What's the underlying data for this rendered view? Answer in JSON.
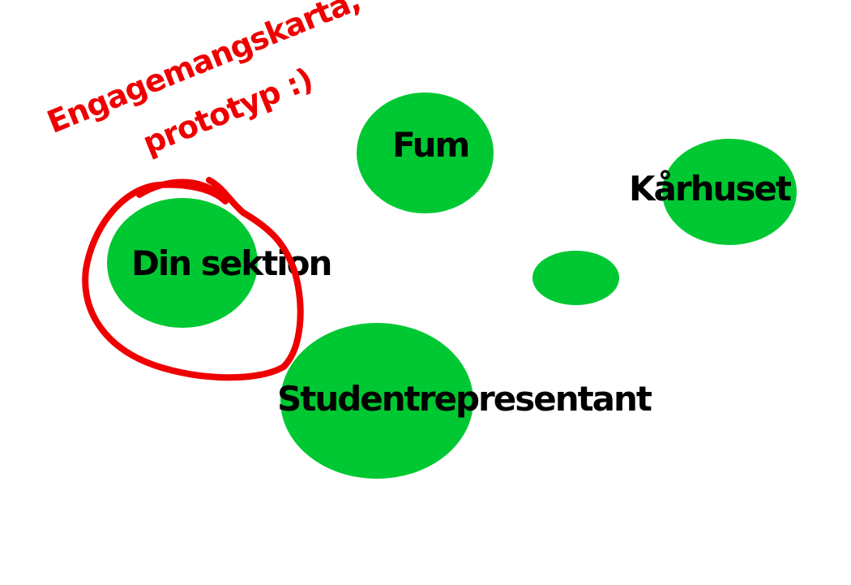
{
  "title": {
    "line1": "Engagemangskarta,",
    "line2": "prototyp :)",
    "color": "#ee0000"
  },
  "bubble_color": "#00c832",
  "highlight_color": "#ee0000",
  "nodes": {
    "fum": "Fum",
    "karhuset": "Kårhuset",
    "din_sektion": "Din sektion",
    "studentrepresentant": "Studentrepresentant",
    "unnamed": ""
  },
  "highlighted_node": "Din sektion"
}
